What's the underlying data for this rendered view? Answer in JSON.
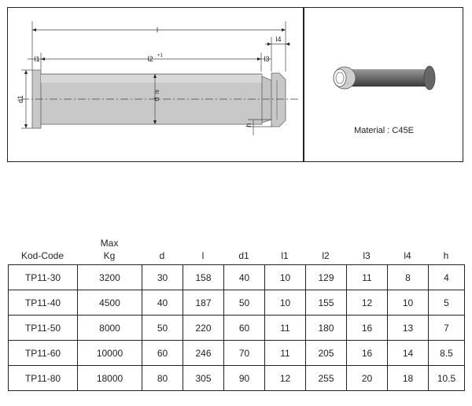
{
  "drawing": {
    "dim_l": "l",
    "dim_l1": "l1",
    "dim_l2": "l2",
    "dim_l2_tol": "+1",
    "dim_l3": "l3",
    "dim_l4": "l4",
    "dim_d1": "d1",
    "dim_d": "d",
    "dim_d_tol": "f8",
    "dim_h": "h"
  },
  "material": "Material : C45E",
  "table": {
    "headers": {
      "code": "Kod-Code",
      "maxkg_line1": "Max",
      "maxkg_line2": "Kg",
      "d": "d",
      "l": "l",
      "d1": "d1",
      "l1": "l1",
      "l2": "l2",
      "l3": "l3",
      "l4": "l4",
      "h": "h"
    },
    "rows": [
      [
        "TP11-30",
        "3200",
        "30",
        "158",
        "40",
        "10",
        "129",
        "11",
        "8",
        "4"
      ],
      [
        "TP11-40",
        "4500",
        "40",
        "187",
        "50",
        "10",
        "155",
        "12",
        "10",
        "5"
      ],
      [
        "TP11-50",
        "8000",
        "50",
        "220",
        "60",
        "11",
        "180",
        "16",
        "13",
        "7"
      ],
      [
        "TP11-60",
        "10000",
        "60",
        "246",
        "70",
        "11",
        "205",
        "16",
        "14",
        "8.5"
      ],
      [
        "TP11-80",
        "18000",
        "80",
        "305",
        "90",
        "12",
        "255",
        "20",
        "18",
        "10.5"
      ]
    ]
  }
}
